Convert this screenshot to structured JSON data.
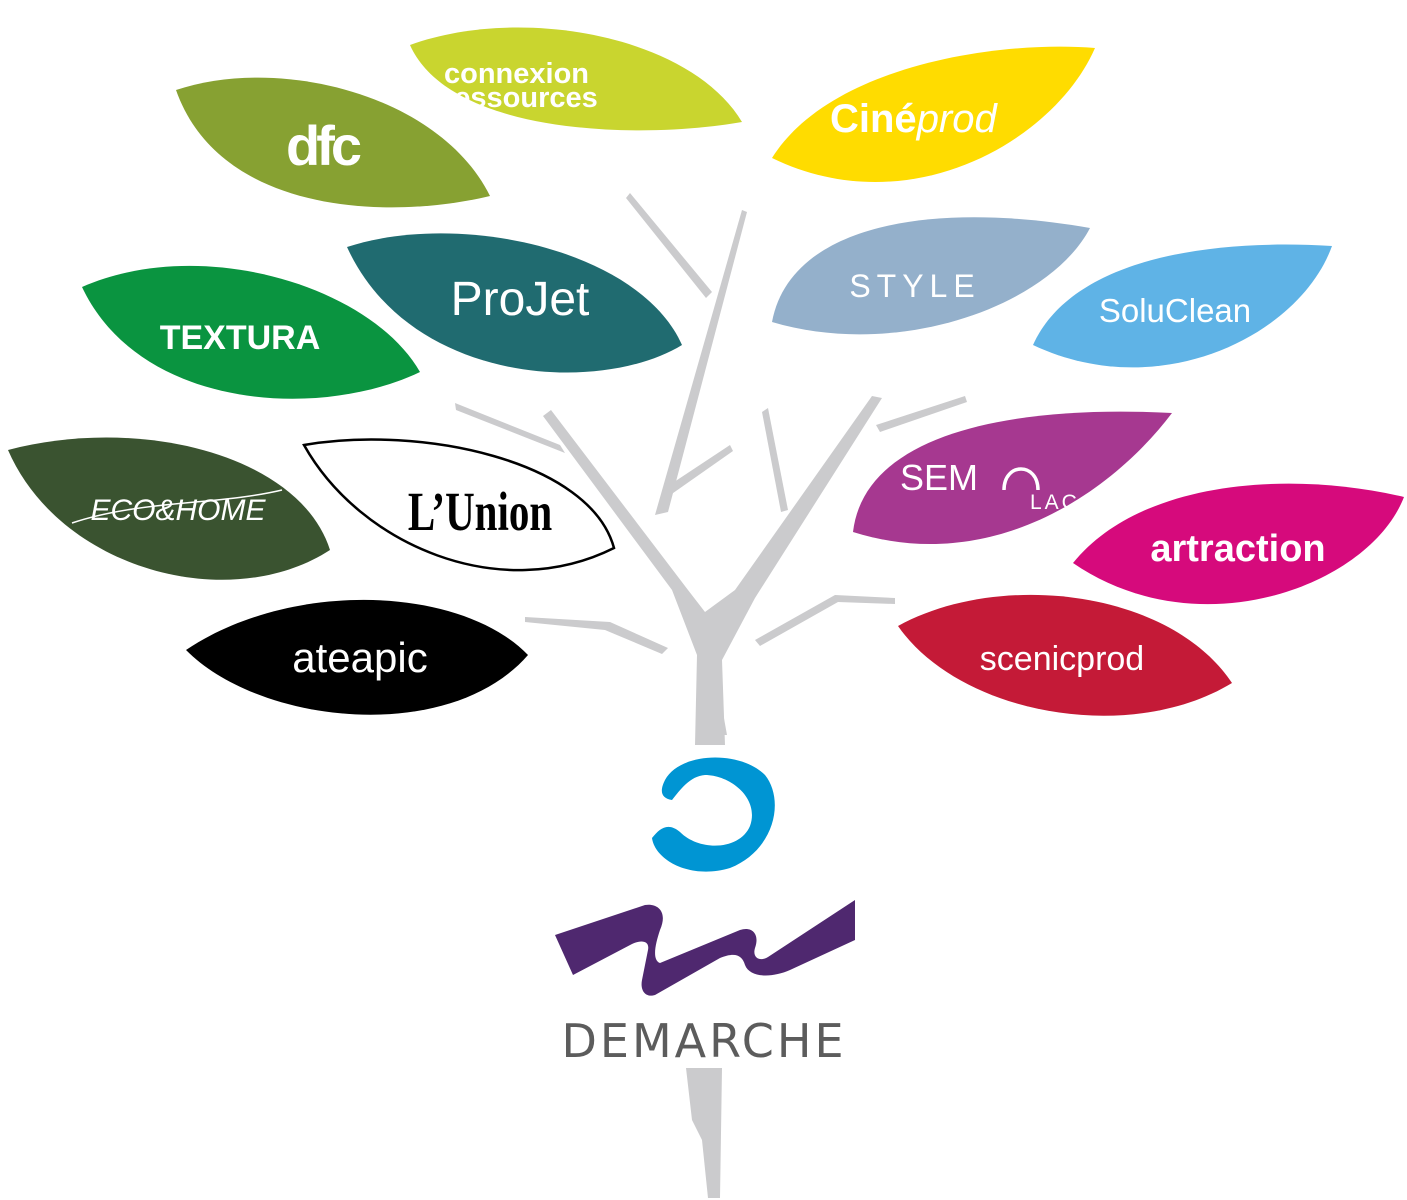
{
  "leaves": [
    {
      "id": "dfc",
      "label": "dfc",
      "color": "#87a132"
    },
    {
      "id": "connexion",
      "label": "connexion",
      "label2": "ressources",
      "color": "#c9d52f"
    },
    {
      "id": "cineprod",
      "label": "Ciné",
      "label2": "prod",
      "color": "#ffdc00"
    },
    {
      "id": "textura",
      "label": "TEXTURA",
      "color": "#0a9440"
    },
    {
      "id": "projet",
      "label": "ProJet",
      "color": "#206b70"
    },
    {
      "id": "style",
      "label": "STYLE",
      "color": "#94b0cb"
    },
    {
      "id": "soluclean",
      "label": "SoluClean",
      "color": "#5fb3e6"
    },
    {
      "id": "ecohome",
      "label": "ECO&HOME",
      "color": "#3a5330"
    },
    {
      "id": "lunion",
      "label": "L’Union",
      "color": "#ffffff"
    },
    {
      "id": "semolac",
      "label": "SEM",
      "label2": "LAC",
      "color": "#a63890"
    },
    {
      "id": "artraction",
      "label": "artraction",
      "color": "#d60a7c"
    },
    {
      "id": "ateapic",
      "label": "ateapic",
      "color": "#000000"
    },
    {
      "id": "scenicprod",
      "label": "scenicprod",
      "color": "#c41a37"
    }
  ],
  "logo": {
    "name": "DEMARCHE",
    "circle_color": "#0095d3",
    "wave_color": "#4f286f"
  },
  "trunk_color": "#cbcbcd"
}
